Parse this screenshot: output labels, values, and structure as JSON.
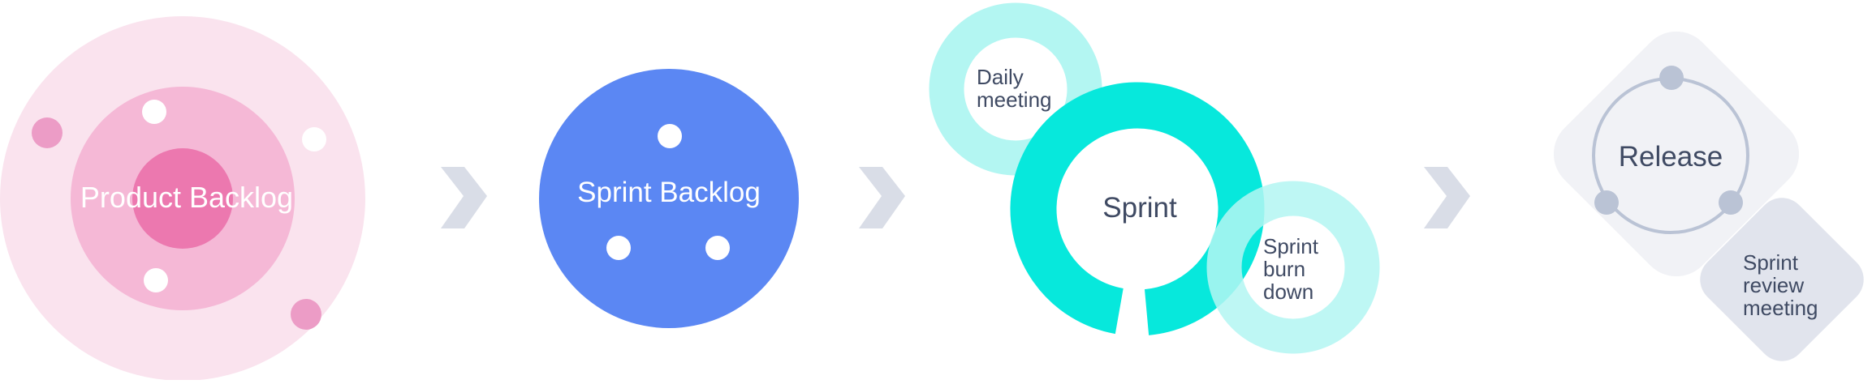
{
  "diagram": {
    "stages": {
      "product_backlog": {
        "label": "Product Backlog"
      },
      "sprint_backlog": {
        "label": "Sprint Backlog"
      },
      "sprint": {
        "label": "Sprint",
        "daily_meeting": {
          "line1": "Daily",
          "line2": "meeting"
        },
        "burn_down": {
          "line1": "Sprint",
          "line2": "burn",
          "line3": "down"
        }
      },
      "release": {
        "label": "Release",
        "review_meeting": {
          "line1": "Sprint",
          "line2": "review",
          "line3": "meeting"
        }
      }
    },
    "arrow_icon": "chevron-right-icon",
    "colors": {
      "pink_outer": "#fae3ee",
      "pink_mid": "#f5b8d6",
      "pink_core": "#ec78af",
      "pink_dot": "#ec9cc6",
      "blue": "#5b87f3",
      "teal": "#07e8dc",
      "teal_light": "#b3f6f2",
      "gray_diamond": "#f1f2f6",
      "gray_diamond_2": "#d9dde8",
      "gray_ring": "#bac3d5",
      "chevron": "#d9dde7",
      "dark_text": "#3f4a63",
      "white": "#ffffff"
    }
  }
}
